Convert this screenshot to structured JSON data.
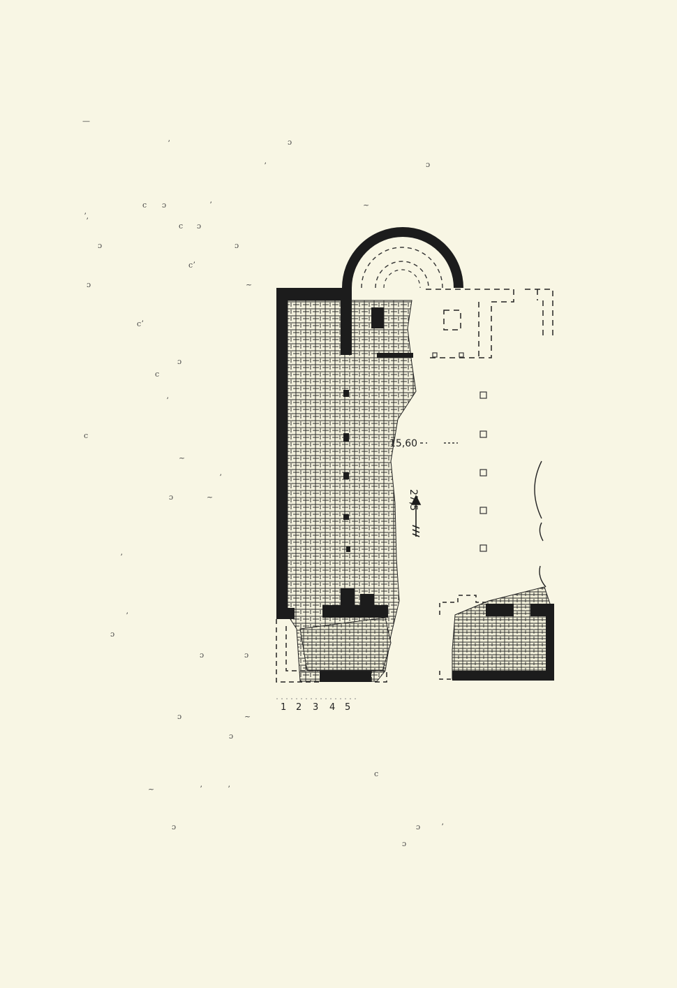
{
  "plan": {
    "measure_width": "15,60",
    "measure_bearing": "27,5",
    "scale_numbers": [
      "1",
      "2",
      "3",
      "4",
      "5"
    ]
  },
  "colors": {
    "paper": "#f8f6e4",
    "ink": "#1c1c1c"
  }
}
